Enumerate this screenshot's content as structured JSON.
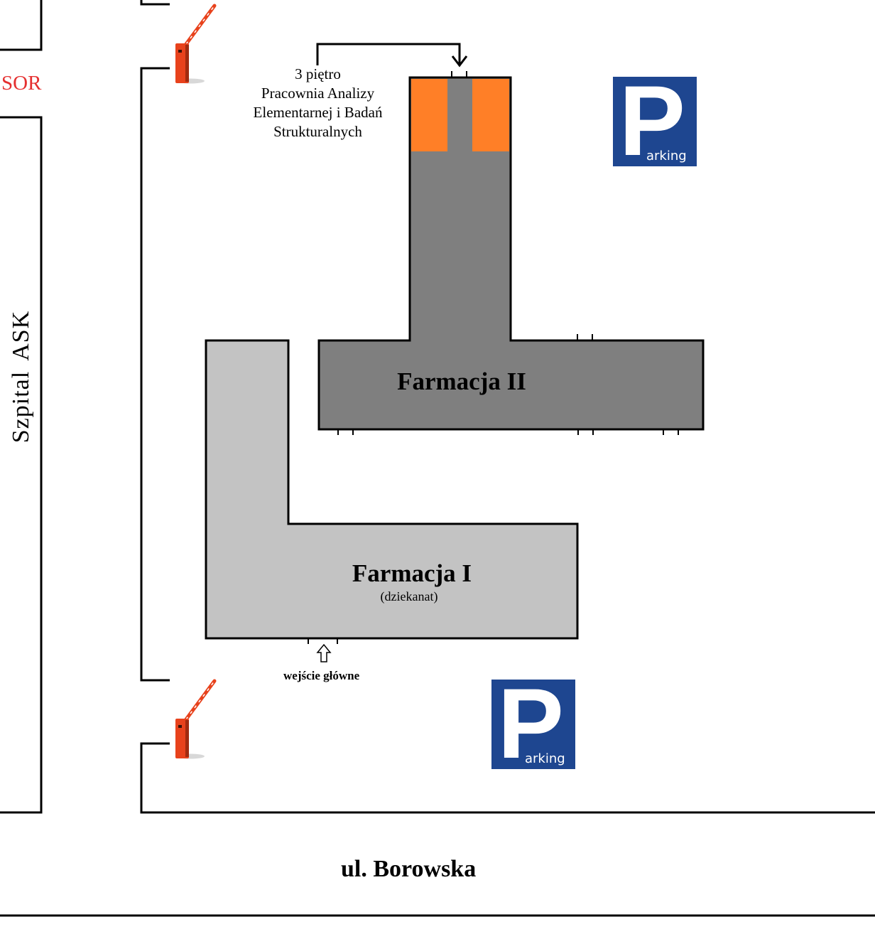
{
  "colors": {
    "farmacja_1_fill": "#c3c3c3",
    "farmacja_2_fill": "#7f7f7f",
    "lab_wing_fill": "#ff7f27",
    "outline": "#000000",
    "sor_text": "#e53030",
    "parking_blue": "#1e4690",
    "barrier_orange": "#e8421c"
  },
  "icons": {
    "parking": "parking-sign-icon",
    "barrier": "parking-barrier-icon",
    "entrance": "up-arrow-icon",
    "pointer": "down-arrow-icon"
  },
  "labels": {
    "sor": "SOR",
    "hospital_word1": "Szpital",
    "hospital_word2": "ASK",
    "street": "ul. Borowska",
    "main_entrance": "wejście główne"
  },
  "lab_caption": {
    "line1": "3 piętro",
    "line2": "Pracownia Analizy",
    "line3": "Elementarnej i Badań",
    "line4": "Strukturalnych"
  },
  "buildings": {
    "farmacja_2": {
      "name": "Farmacja II"
    },
    "farmacja_1": {
      "name": "Farmacja I",
      "subtitle": "(dziekanat)"
    }
  },
  "parking": {
    "letter": "P",
    "rest": "arking"
  }
}
